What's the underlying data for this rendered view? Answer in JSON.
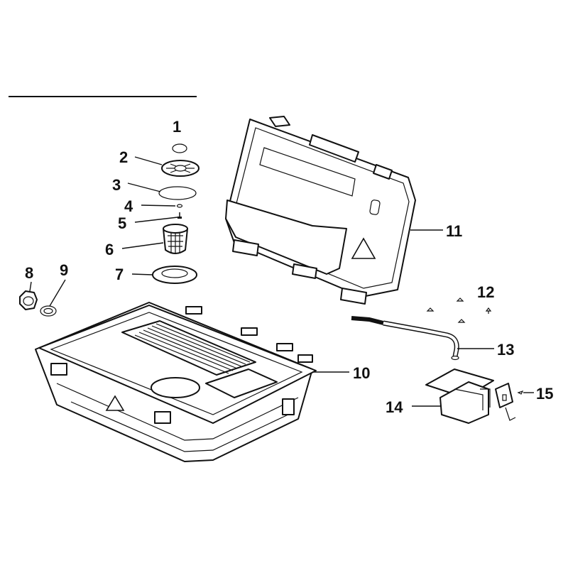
{
  "colors": {
    "line": "#111111",
    "paper": "#ffffff",
    "shade": "#e6e6e6"
  },
  "callouts": [
    {
      "id": "1",
      "label": "1"
    },
    {
      "id": "2",
      "label": "2"
    },
    {
      "id": "3",
      "label": "3"
    },
    {
      "id": "4",
      "label": "4"
    },
    {
      "id": "5",
      "label": "5"
    },
    {
      "id": "6",
      "label": "6"
    },
    {
      "id": "7",
      "label": "7"
    },
    {
      "id": "8",
      "label": "8"
    },
    {
      "id": "9",
      "label": "9"
    },
    {
      "id": "10",
      "label": "10"
    },
    {
      "id": "11",
      "label": "11"
    },
    {
      "id": "12",
      "label": "12"
    },
    {
      "id": "13",
      "label": "13"
    },
    {
      "id": "14",
      "label": "14"
    },
    {
      "id": "15",
      "label": "15"
    }
  ],
  "icons": {
    "lid_warning": "warning-triangle-icon",
    "tank_warning": "warning-triangle-icon"
  }
}
